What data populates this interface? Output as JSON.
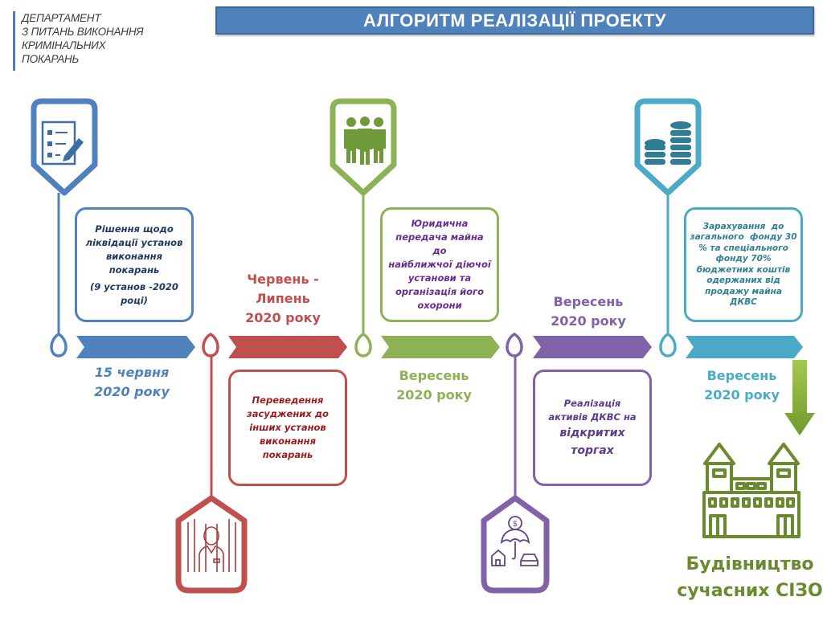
{
  "header": {
    "department_lines": [
      "ДЕПАРТАМЕНТ",
      "З ПИТАНЬ ВИКОНАННЯ",
      "КРИМІНАЛЬНИХ",
      "ПОКАРАНЬ"
    ],
    "title": "АЛГОРИТМ РЕАЛІЗАЦІЇ ПРОЕКТУ"
  },
  "colors": {
    "blue": "#4f81bd",
    "red": "#c0504d",
    "green": "#8db255",
    "purple": "#7f62a8",
    "teal": "#4babc6",
    "final_green": "#6a8a2e"
  },
  "steps": [
    {
      "id": "step1",
      "color": "blue",
      "icon": "checklist-edit-icon",
      "box_lines": [
        "Рішення щодо",
        "ліквідації установ",
        "виконання покарань",
        "(9 установ -2020 році)"
      ],
      "date_lines": [
        "15 червня",
        "2020 року"
      ]
    },
    {
      "id": "step2",
      "color": "red",
      "icon": "prisoner-behind-bars-icon",
      "box_lines": [
        "Переведення",
        "засуджених до",
        "інших установ",
        "виконання",
        "покарань"
      ],
      "date_lines": [
        "Червень -",
        "Липень",
        "2020 року"
      ]
    },
    {
      "id": "step3",
      "color": "green",
      "icon": "group-of-people-icon",
      "box_lines": [
        "Юридична",
        "передача майна до",
        "найближчої діючої",
        "установи та",
        "організація його",
        "охорони"
      ],
      "date_lines": [
        "Вересень",
        "2020 року"
      ]
    },
    {
      "id": "step4",
      "color": "purple",
      "icon": "asset-insurance-icon",
      "box_lines": [
        "Реалізація",
        "активів ДКВС на",
        "відкритих",
        "торгах"
      ],
      "date_lines": [
        "Вересень",
        "2020 року"
      ]
    },
    {
      "id": "step5",
      "color": "teal",
      "icon": "coin-stacks-icon",
      "box_lines": [
        "Зарахування  до",
        "загального  фонду 30",
        "% та спеціального",
        "фонду 70%",
        "бюджетних коштів",
        "одержаних від",
        "продажу майна",
        "ДКВС"
      ],
      "date_lines": [
        "Вересень",
        "2020 року"
      ]
    }
  ],
  "result": {
    "icon": "detention-center-building-icon",
    "label_lines": [
      "Будівництво",
      "сучасних СІЗО"
    ]
  }
}
